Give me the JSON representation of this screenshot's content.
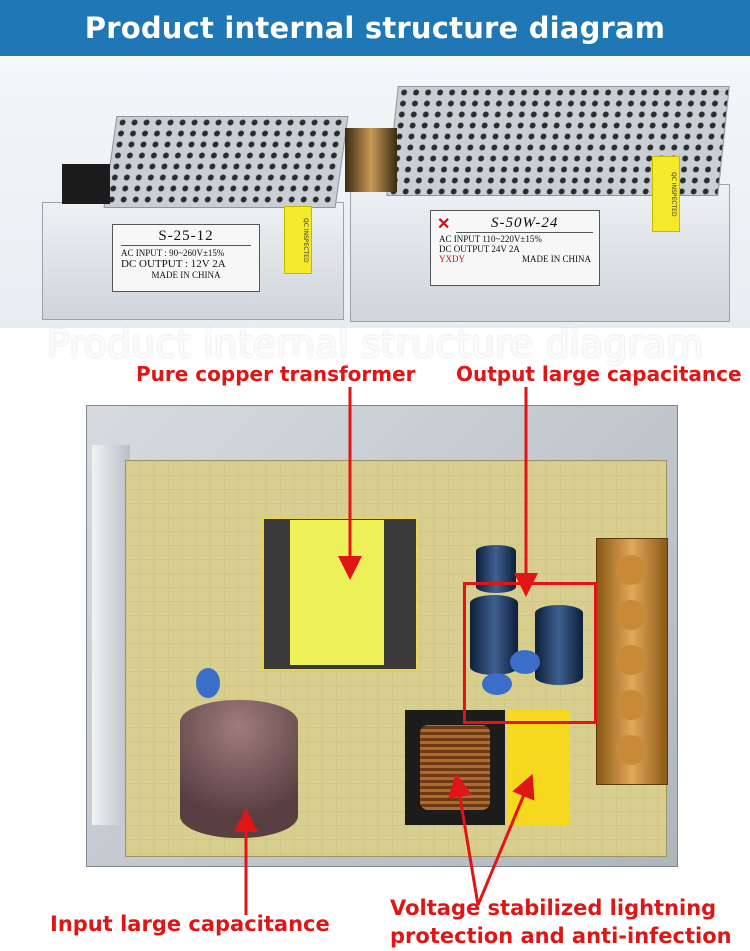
{
  "header": {
    "title": "Product internal structure diagram"
  },
  "watermark": {
    "text": "Product internal structure diagram"
  },
  "units": {
    "left": {
      "model": "S-25-12",
      "ac_input": "AC INPUT :  90~260V±15%",
      "dc_output": "DC OUTPUT : 12V  2A",
      "made_in": "MADE IN CHINA"
    },
    "right": {
      "brand": "YXDY",
      "model": "S-50W-24",
      "ac_input": "AC INPUT 110~220V±15%",
      "dc_output": "DC  OUTPUT     24V   2A",
      "made_in": "MADE IN CHINA"
    }
  },
  "annotations": {
    "transformer": "Pure copper transformer",
    "output_cap": "Output large capacitance",
    "input_cap": "Input large capacitance",
    "protection_line1": "Voltage stabilized lightning",
    "protection_line2": "protection and anti-infection"
  },
  "colors": {
    "banner": "#1f77b5",
    "annotation": "#e01515"
  }
}
